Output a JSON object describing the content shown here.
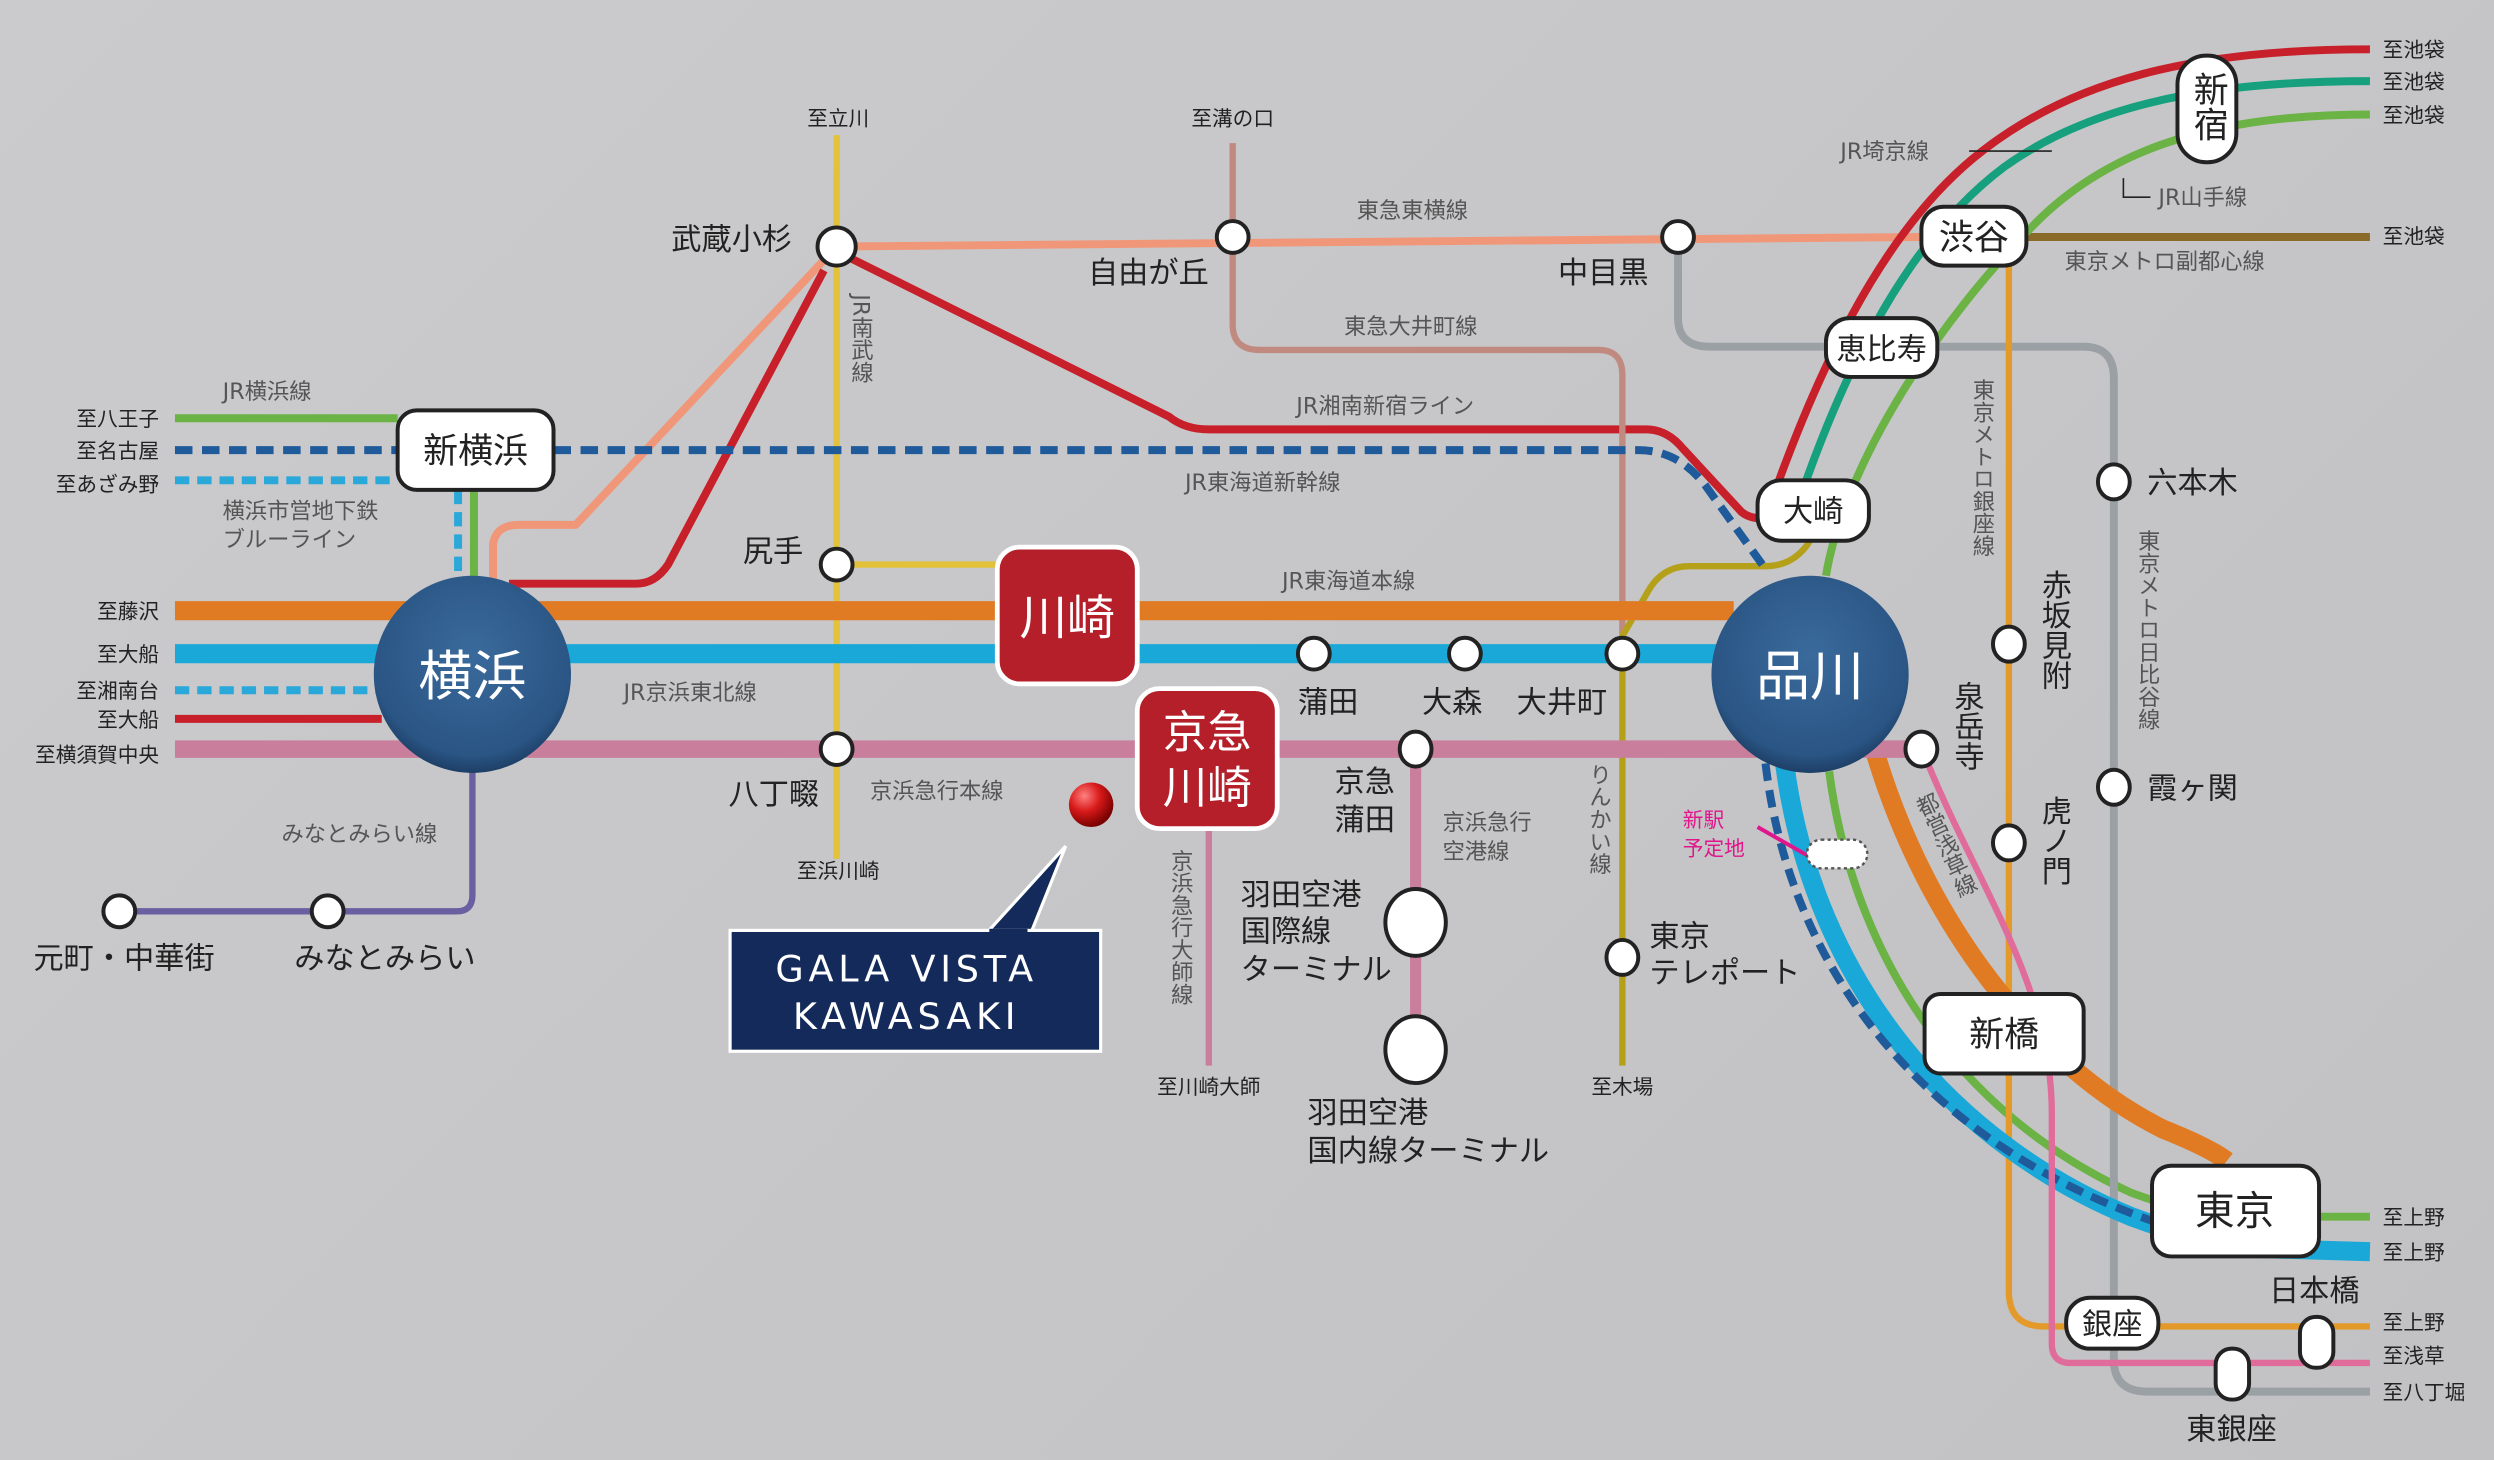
{
  "stations": {
    "yokohama": "横浜",
    "shinagawa": "品川",
    "kawasaki": "川崎",
    "keikyu_kawasaki": [
      "京急",
      "川崎"
    ],
    "shin_yokohama": "新横浜",
    "musashi_kosugi": "武蔵小杉",
    "jiyugaoka": "自由が丘",
    "nakameguro": "中目黒",
    "shibuya": "渋谷",
    "shinjuku": "新宿",
    "ebisu": "恵比寿",
    "osaki": "大崎",
    "shitte": "尻手",
    "hatchonawate": "八丁畷",
    "kamata": "蒲田",
    "omori": "大森",
    "oimachi": "大井町",
    "keikyu_kamata": [
      "京急",
      "蒲田"
    ],
    "haneda_intl": [
      "羽田空港",
      "国際線",
      "ターミナル"
    ],
    "haneda_dom": [
      "羽田空港",
      "国内線ターミナル"
    ],
    "tokyo_teleport": [
      "東京",
      "テレポート"
    ],
    "sengakuji": "泉岳寺",
    "akasaka_mitsuke": "赤坂見附",
    "toranomon": "虎ノ門",
    "roppongi": "六本木",
    "kasumigaseki": "霞ヶ関",
    "shimbashi": "新橋",
    "tokyo": "東京",
    "ginza": "銀座",
    "nihombashi": "日本橋",
    "higashi_ginza": "東銀座",
    "motomachi": "元町・中華街",
    "minatomirai": "みなとみらい",
    "new_station": [
      "新駅",
      "予定地"
    ]
  },
  "lines": {
    "toyoko": "東急東横線",
    "oimachi": "東急大井町線",
    "shonan_shinjuku": "JR湘南新宿ライン",
    "shinkansen": "JR東海道新幹線",
    "tokaido": "JR東海道本線",
    "keihin_tohoku": "JR京浜東北線",
    "keikyu_main": "京浜急行本線",
    "minatomirai": "みなとみらい線",
    "yokohama": "JR横浜線",
    "blue_line": [
      "横浜市営地下鉄",
      "ブルーライン"
    ],
    "nambu": "JR南武線",
    "keikyu_daishi": "京浜急行大師線",
    "keikyu_airport": [
      "京浜急行",
      "空港線"
    ],
    "rinkai": "りんかい線",
    "ginza": "東京メトロ銀座線",
    "hibiya": "東京メトロ日比谷線",
    "fukutoshin": "東京メトロ副都心線",
    "saikyo": "JR埼京線",
    "yamanote": "JR山手線",
    "asakusa": "都営浅草線"
  },
  "destinations": {
    "tachikawa": "至立川",
    "mizonokuchi": "至溝の口",
    "hamakawasaki": "至浜川崎",
    "kawasaki_daishi": "至川崎大師",
    "kiba": "至木場",
    "left": [
      "至八王子",
      "至名古屋",
      "至あざみ野",
      "至藤沢",
      "至大船",
      "至湘南台",
      "至大船",
      "至横須賀中央"
    ],
    "ikebukuro": [
      "至池袋",
      "至池袋",
      "至池袋",
      "至池袋"
    ],
    "ueno": [
      "至上野",
      "至上野",
      "至上野"
    ],
    "asakusa": "至浅草",
    "hatchobori": "至八丁堀"
  },
  "callout": [
    "GALA VISTA",
    "KAWASAKI"
  ],
  "colors": {
    "tokaido": "#e07b24",
    "keihin_tohoku": "#1aa8d8",
    "keikyu": "#c97f9c",
    "shinkansen": "#1f5a9a",
    "blue_line": "#29a8d9",
    "shonan_shinjuku": "#c8202a",
    "toyoko": "#f0977a",
    "nambu": "#e2c23a",
    "yokohama": "#6ab344",
    "saikyo": "#16a07e",
    "fukutoshin": "#8b6b2a",
    "ginza": "#e39a2b",
    "hibiya": "#9aa0a4",
    "asakusa": "#e06c9c",
    "rinkai": "#b5a01a",
    "oimachi": "#c08a80",
    "minatomirai": "#6a5fa0",
    "station_hub": "#2d5b8c",
    "highlight": "#b51f2a",
    "callout_bg": "#132a5a"
  }
}
